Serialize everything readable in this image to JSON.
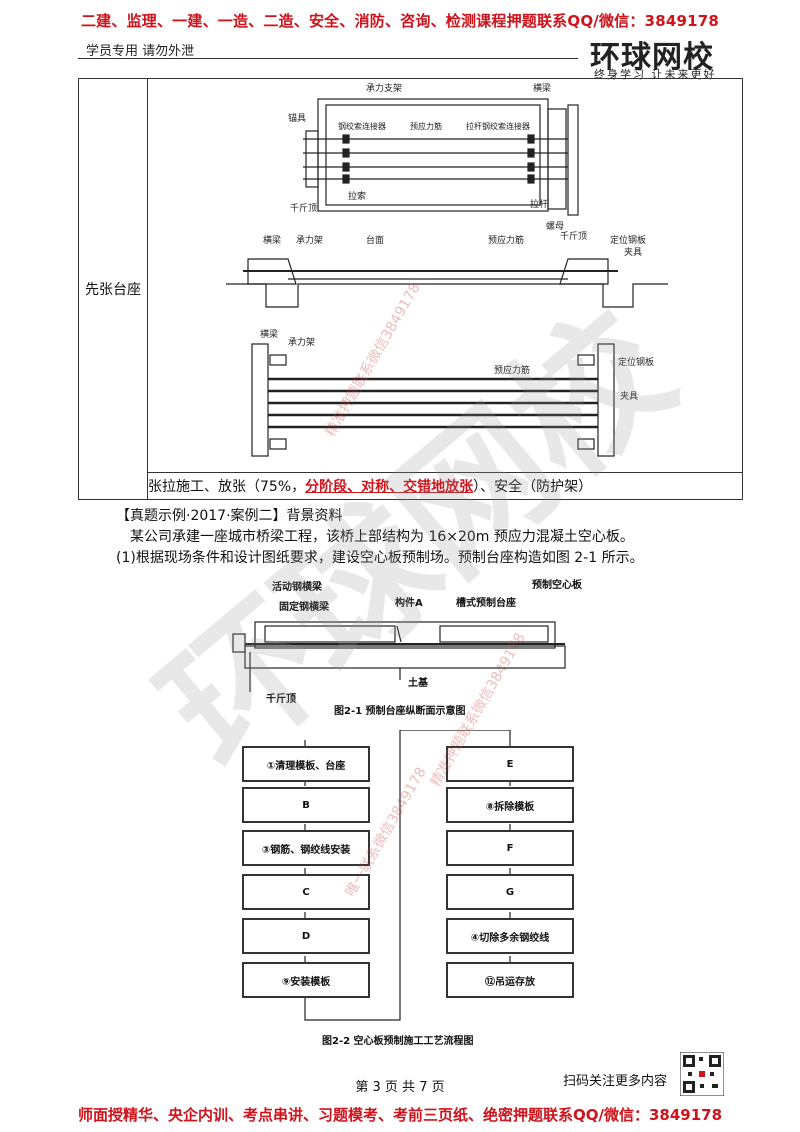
{
  "header": {
    "banner": "二建、监理、一建、一造、二造、安全、消防、咨询、检测课程押题联系QQ/微信：3849178",
    "subheader": "学员专用  请勿外泄",
    "logo": "环球网校",
    "logo_tagline": "终身学习  让未来更好"
  },
  "table": {
    "row_label": "先张台座",
    "diagram1": {
      "labels": [
        "承力支架",
        "横梁",
        "锚具",
        "钢绞索连接器",
        "预应力筋",
        "拉杆钢绞索连接器",
        "千斤顶",
        "拉索",
        "拉杆",
        "螺母",
        "千斤顶"
      ]
    },
    "diagram2": {
      "labels": [
        "横梁",
        "承力架",
        "台面",
        "预应力筋",
        "定位钢板",
        "夹具"
      ]
    },
    "diagram3": {
      "labels": [
        "横梁",
        "承力架",
        "预应力筋",
        "定位钢板",
        "夹具"
      ]
    },
    "tension_prefix": "张拉施工、放张（75%，",
    "tension_highlight": "分阶段、对称、交错地放张",
    "tension_suffix": "）、安全（防护架）"
  },
  "case": {
    "title": "【真题示例·2017·案例二】背景资料",
    "line1": "某公司承建一座城市桥梁工程，该桥上部结构为 16×20m 预应力混凝土空心板。",
    "line2": "(1)根据现场条件和设计图纸要求，建设空心板预制场。预制台座构造如图 2-1 所示。"
  },
  "fig1": {
    "labels": {
      "movable_beam": "活动钢横梁",
      "fixed_beam": "固定钢横梁",
      "member_a": "构件A",
      "trough": "槽式预制台座",
      "hollow_slab": "预制空心板",
      "soil": "土基",
      "jack": "千斤顶"
    },
    "caption": "图2-1   预制台座纵断面示意图"
  },
  "fig2": {
    "left_steps": [
      "①清理模板、台座",
      "B",
      "③钢筋、钢绞线安装",
      "C",
      "D",
      "⑨安装模板"
    ],
    "right_steps": [
      "E",
      "⑧拆除模板",
      "F",
      "G",
      "④切除多余钢绞线",
      "⑫吊运存放"
    ],
    "caption": "图2-2   空心板预制施工工艺流程图"
  },
  "footer": {
    "page": "第 3 页 共 7 页",
    "scan": "扫码关注更多内容",
    "banner": "师面授精华、央企内训、考点串讲、习题模考、考前三页纸、绝密押题联系QQ/微信：3849178"
  },
  "watermark": {
    "big": "环球网校",
    "red1": "精准押题联系微信3849178",
    "red2": "精准押题联系微信3849178",
    "red3": "唯一联系微信3849178"
  }
}
